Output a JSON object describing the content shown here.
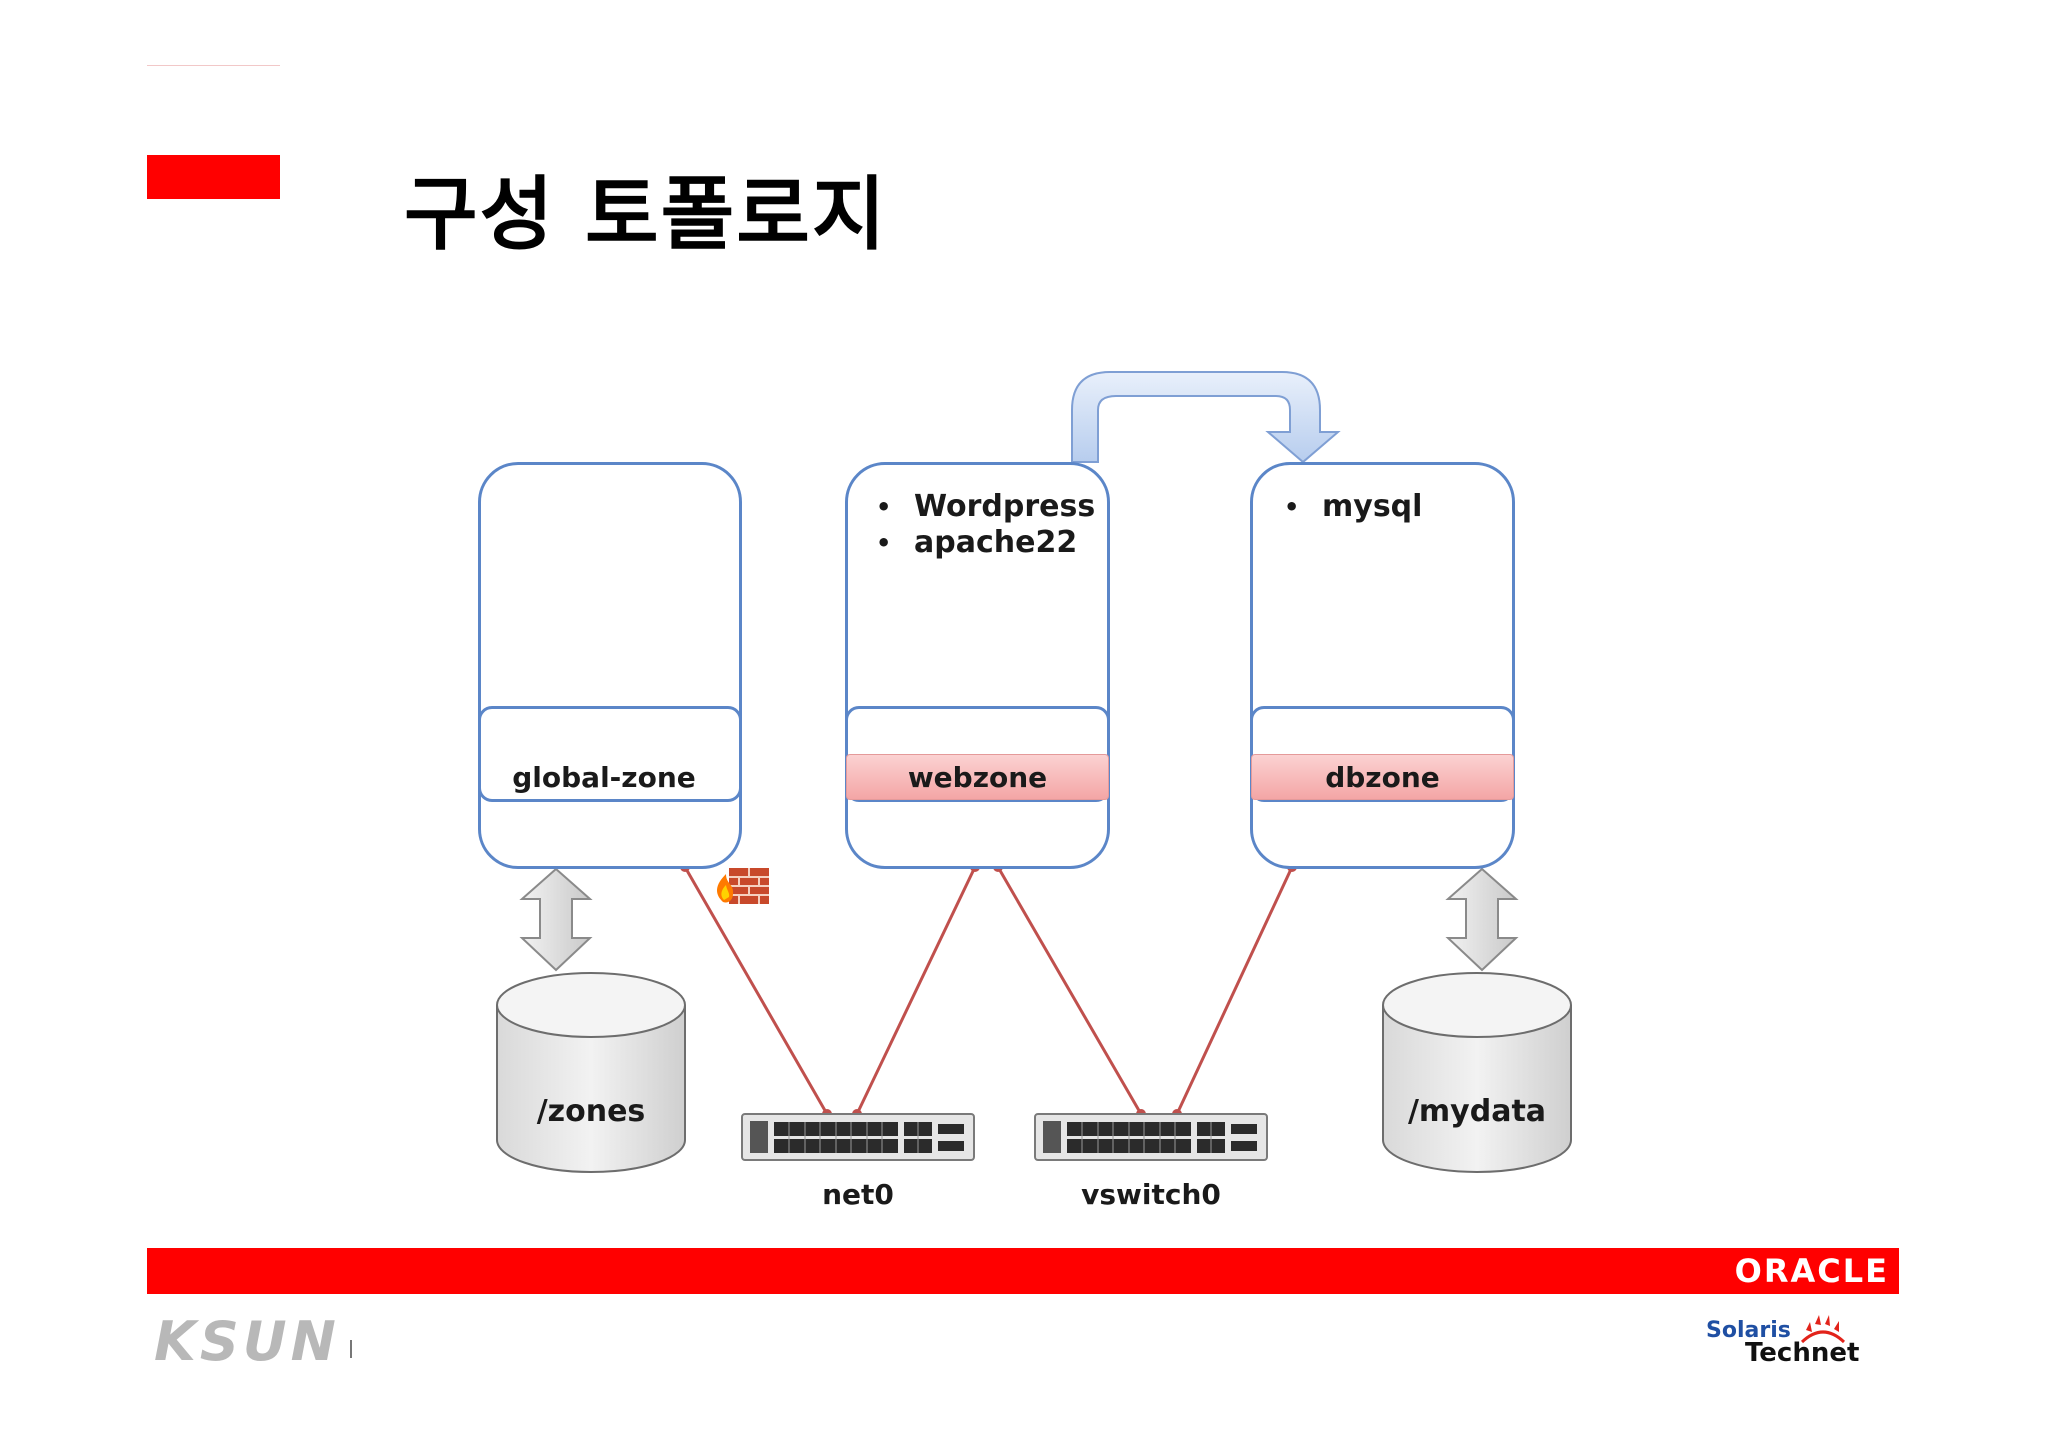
{
  "title": "구성 토폴로지",
  "zones": [
    {
      "name": "global-zone",
      "style": "plain",
      "items": []
    },
    {
      "name": "webzone",
      "style": "highlighted",
      "items": [
        "Wordpress",
        "apache22"
      ]
    },
    {
      "name": "dbzone",
      "style": "highlighted",
      "items": [
        "mysql"
      ]
    }
  ],
  "storage": [
    {
      "label": "/zones",
      "attached_to": "global-zone"
    },
    {
      "label": "/mydata",
      "attached_to": "dbzone"
    }
  ],
  "switches": [
    {
      "label": "net0"
    },
    {
      "label": "vswitch0"
    }
  ],
  "links": [
    {
      "from": "global-zone",
      "to": "net0"
    },
    {
      "from": "webzone",
      "to": "net0"
    },
    {
      "from": "webzone",
      "to": "vswitch0"
    },
    {
      "from": "dbzone",
      "to": "vswitch0"
    }
  ],
  "flow_arrow": {
    "from": "webzone",
    "to": "dbzone"
  },
  "footer": {
    "brand": "ORACLE",
    "left_logo": "KSUN",
    "right_logo_line1": "Solaris",
    "right_logo_line2": "Technet"
  },
  "colors": {
    "accent_red": "#ff0000",
    "zone_border": "#5b86c8",
    "link_line": "#c0504d",
    "label_pink": "#f4a6a6"
  },
  "icons": {
    "firewall": "firewall-icon",
    "double_arrow": "double-arrow-icon",
    "disk": "disk-cylinder-icon",
    "switch": "network-switch-icon"
  }
}
